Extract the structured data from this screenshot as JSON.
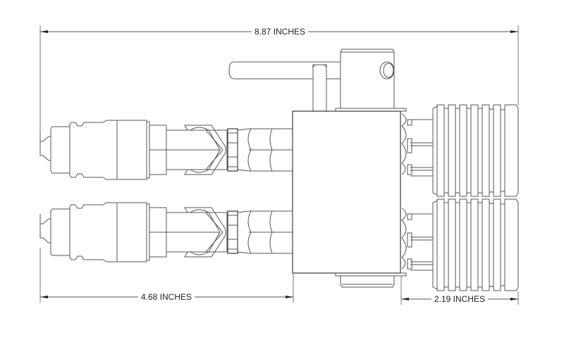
{
  "drawing": {
    "type": "technical dimension drawing",
    "subject": "hydraulic diverter valve with two male tip couplers and two female couplers",
    "line_color": "#555555",
    "background": "#ffffff"
  },
  "dimensions": {
    "overall": {
      "label": "8.87 INCHES",
      "value": 8.87,
      "unit": "INCHES"
    },
    "left_section": {
      "label": "4.68 INCHES",
      "value": 4.68,
      "unit": "INCHES"
    },
    "right_section": {
      "label": "2.19 INCHES",
      "value": 2.19,
      "unit": "INCHES"
    }
  },
  "components": [
    {
      "name": "valve-block"
    },
    {
      "name": "selector-handle"
    },
    {
      "name": "male-tip-coupler-upper"
    },
    {
      "name": "male-tip-coupler-lower"
    },
    {
      "name": "hose-fitting-upper"
    },
    {
      "name": "hose-fitting-lower"
    },
    {
      "name": "female-coupler-upper"
    },
    {
      "name": "female-coupler-lower"
    }
  ]
}
